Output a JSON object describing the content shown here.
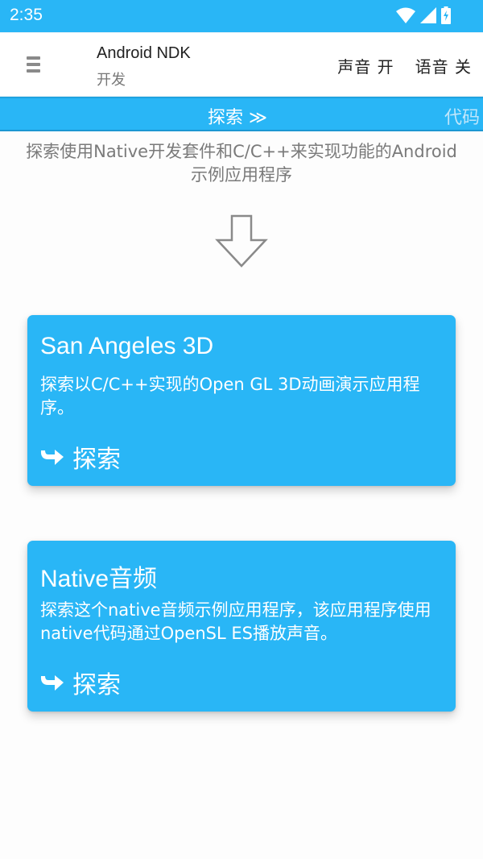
{
  "status_bar": {
    "time": "2:35",
    "icons": [
      "wifi-icon",
      "cell-signal-icon",
      "battery-charging-icon"
    ],
    "background": "#29b6f6"
  },
  "app_bar": {
    "menu_icon": "hamburger-menu-icon",
    "title": "Android NDK",
    "subtitle": "开发",
    "actions": [
      {
        "label": "声音 开"
      },
      {
        "label": "语音 关"
      }
    ]
  },
  "tabs": {
    "active": "探索 ≫",
    "next": "代码"
  },
  "main": {
    "intro": "探索使用Native开发套件和C/C++来实现功能的Android示例应用程序",
    "arrow_icon": "down-arrow-icon",
    "cards": [
      {
        "title": "San Angeles 3D",
        "description": "探索以C/C++实现的Open GL 3D动画演示应用程序。",
        "action_label": "探索",
        "action_icon": "share-arrow-icon"
      },
      {
        "title": "Native音频",
        "description": "探索这个native音频示例应用程序，该应用程序使用native代码通过OpenSL ES播放声音。",
        "action_label": "探索",
        "action_icon": "share-arrow-icon"
      }
    ]
  },
  "colors": {
    "accent": "#29b6f6",
    "text_primary": "#212121",
    "text_secondary": "#7a7a7a"
  }
}
